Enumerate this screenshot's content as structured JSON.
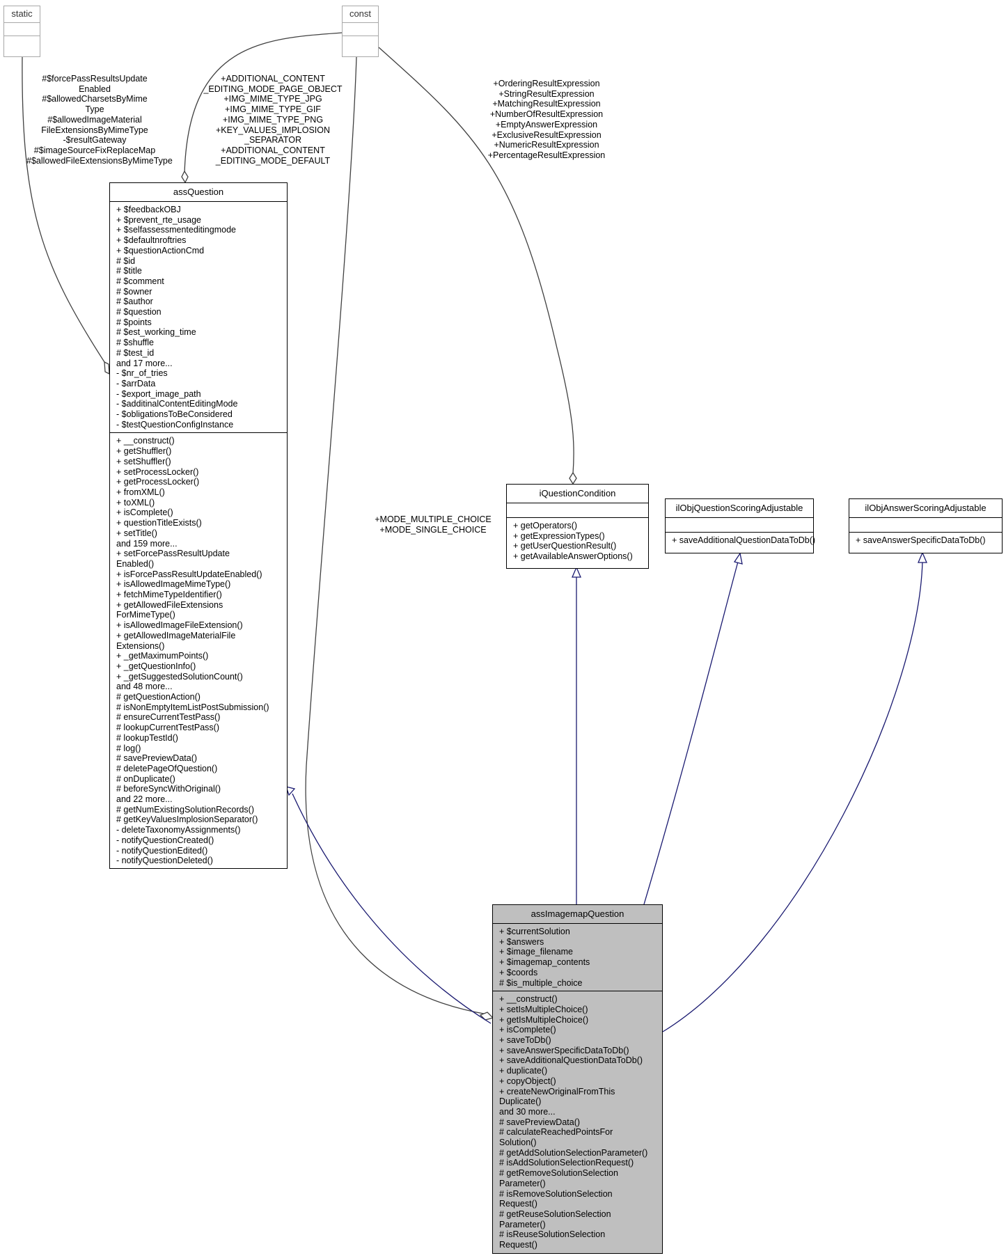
{
  "classes": {
    "static": {
      "name": "static"
    },
    "const": {
      "name": "const"
    },
    "assQuestion": {
      "name": "assQuestion",
      "attributes": [
        "+ $feedbackOBJ",
        "+ $prevent_rte_usage",
        "+ $selfassessmenteditingmode",
        "+ $defaultnroftries",
        "+ $questionActionCmd",
        "# $id",
        "# $title",
        "# $comment",
        "# $owner",
        "# $author",
        "# $question",
        "# $points",
        "# $est_working_time",
        "# $shuffle",
        "# $test_id",
        "and 17 more...",
        "- $nr_of_tries",
        "- $arrData",
        "- $export_image_path",
        "- $additinalContentEditingMode",
        "- $obligationsToBeConsidered",
        "- $testQuestionConfigInstance"
      ],
      "methods": [
        "+ __construct()",
        "+ getShuffler()",
        "+ setShuffler()",
        "+ setProcessLocker()",
        "+ getProcessLocker()",
        "+ fromXML()",
        "+ toXML()",
        "+ isComplete()",
        "+ questionTitleExists()",
        "+ setTitle()",
        "and 159 more...",
        "+ setForcePassResultUpdate",
        "Enabled()",
        "+ isForcePassResultUpdateEnabled()",
        "+ isAllowedImageMimeType()",
        "+ fetchMimeTypeIdentifier()",
        "+ getAllowedFileExtensions",
        "ForMimeType()",
        "+ isAllowedImageFileExtension()",
        "+ getAllowedImageMaterialFile",
        "Extensions()",
        "+ _getMaximumPoints()",
        "+ _getQuestionInfo()",
        "+ _getSuggestedSolutionCount()",
        "and 48 more...",
        "# getQuestionAction()",
        "# isNonEmptyItemListPostSubmission()",
        "# ensureCurrentTestPass()",
        "# lookupCurrentTestPass()",
        "# lookupTestId()",
        "# log()",
        "# savePreviewData()",
        "# deletePageOfQuestion()",
        "# onDuplicate()",
        "# beforeSyncWithOriginal()",
        "and 22 more...",
        "# getNumExistingSolutionRecords()",
        "# getKeyValuesImplosionSeparator()",
        "- deleteTaxonomyAssignments()",
        "- notifyQuestionCreated()",
        "- notifyQuestionEdited()",
        "- notifyQuestionDeleted()"
      ]
    },
    "iQuestionCondition": {
      "name": "iQuestionCondition",
      "methods": [
        "+ getOperators()",
        "+ getExpressionTypes()",
        "+ getUserQuestionResult()",
        "+ getAvailableAnswerOptions()"
      ]
    },
    "ilObjQuestionScoringAdjustable": {
      "name": "ilObjQuestionScoringAdjustable",
      "methods": [
        "+ saveAdditionalQuestionDataToDb()"
      ]
    },
    "ilObjAnswerScoringAdjustable": {
      "name": "ilObjAnswerScoringAdjustable",
      "methods": [
        "+ saveAnswerSpecificDataToDb()"
      ]
    },
    "assImagemapQuestion": {
      "name": "assImagemapQuestion",
      "attributes": [
        "+ $currentSolution",
        "+ $answers",
        "+ $image_filename",
        "+ $imagemap_contents",
        "+ $coords",
        "# $is_multiple_choice"
      ],
      "methods": [
        "+ __construct()",
        "+ setIsMultipleChoice()",
        "+ getIsMultipleChoice()",
        "+ isComplete()",
        "+ saveToDb()",
        "+ saveAnswerSpecificDataToDb()",
        "+ saveAdditionalQuestionDataToDb()",
        "+ duplicate()",
        "+ copyObject()",
        "+ createNewOriginalFromThis",
        "Duplicate()",
        "and 30 more...",
        "# savePreviewData()",
        "# calculateReachedPointsFor",
        "Solution()",
        "# getAddSolutionSelectionParameter()",
        "# isAddSolutionSelectionRequest()",
        "# getRemoveSolutionSelection",
        "Parameter()",
        "# isRemoveSolutionSelection",
        "Request()",
        "# getReuseSolutionSelection",
        "Parameter()",
        "# isReuseSolutionSelection",
        "Request()"
      ]
    }
  },
  "edge_labels": {
    "static_to_assQuestion": [
      "#$forcePassResultsUpdate",
      "Enabled",
      "#$allowedCharsetsByMime",
      "Type",
      "#$allowedImageMaterial",
      "FileExtensionsByMimeType",
      "-$resultGateway",
      "#$imageSourceFixReplaceMap",
      "#$allowedFileExtensionsByMimeType"
    ],
    "const_to_assQuestion": [
      "+ADDITIONAL_CONTENT",
      "_EDITING_MODE_PAGE_OBJECT",
      "+IMG_MIME_TYPE_JPG",
      "+IMG_MIME_TYPE_GIF",
      "+IMG_MIME_TYPE_PNG",
      "+KEY_VALUES_IMPLOSION",
      "_SEPARATOR",
      "+ADDITIONAL_CONTENT",
      "_EDITING_MODE_DEFAULT"
    ],
    "const_to_iQuestionCondition": [
      "+OrderingResultExpression",
      "+StringResultExpression",
      "+MatchingResultExpression",
      "+NumberOfResultExpression",
      "+EmptyAnswerExpression",
      "+ExclusiveResultExpression",
      "+NumericResultExpression",
      "+PercentageResultExpression"
    ],
    "const_to_assImagemapQuestion": [
      "+MODE_MULTIPLE_CHOICE",
      "+MODE_SINGLE_CHOICE"
    ]
  },
  "colors": {
    "inheritance_edge": "#191970",
    "usage_edge": "#404040",
    "highlight_fill": "#bfbfbf",
    "grey_border": "#a8a8a8"
  }
}
